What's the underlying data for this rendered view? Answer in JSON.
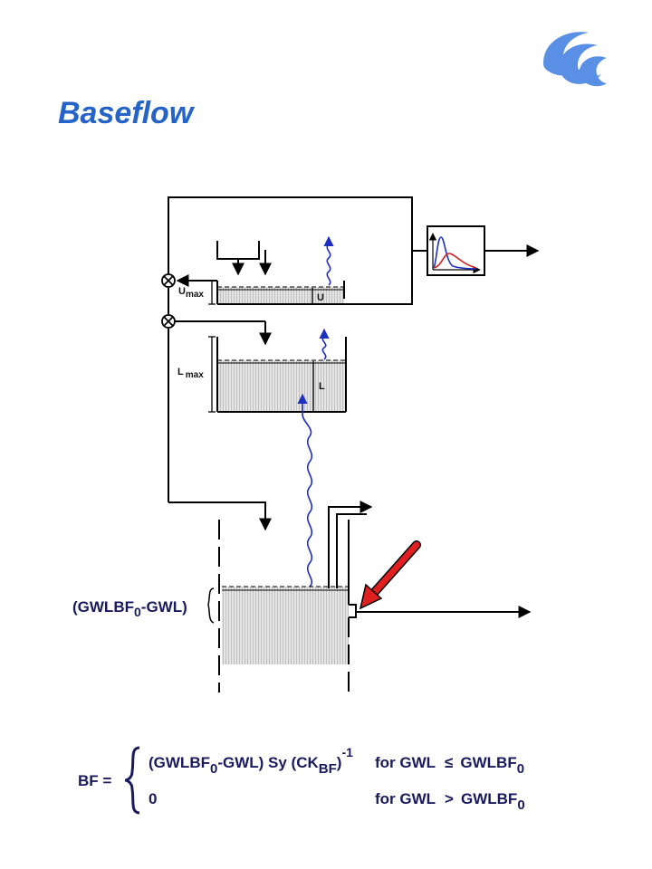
{
  "title": "Baseflow",
  "colors": {
    "title": "#2563c9",
    "equation_text": "#1a1a5e",
    "water_fill": "#d6d6d6",
    "evap_wave": "#1f2fbf",
    "pointer_arrow": "#e02020",
    "hydrograph_blue": "#1f2fbf",
    "hydrograph_red": "#d62020"
  },
  "icons": {
    "logo": "wave-logo-icon",
    "junction": "circle-x-junction-icon",
    "hydrograph": "unit-hydrograph-icon",
    "pointer": "red-arrow-icon"
  },
  "diagram": {
    "upper_zone_max_label": "U",
    "upper_zone_max_sub": "max",
    "upper_zone_level_label": "U",
    "lower_zone_max_label": "L",
    "lower_zone_max_sub": "max",
    "lower_zone_level_label": "L",
    "gw_label_open": "(GWLBF",
    "gw_label_sub": "0",
    "gw_label_close": "-GWL)"
  },
  "equation": {
    "lhs": "BF =",
    "case1_expr_a": "(GWLBF",
    "case1_expr_a_sub": "0",
    "case1_expr_b": "-GWL) Sy (CK",
    "case1_expr_b_sub": "BF",
    "case1_expr_c": ")",
    "case1_expr_c_sup": "-1",
    "case1_cond_a": "for GWL",
    "case1_cond_op": "≤",
    "case1_cond_b": "GWLBF",
    "case1_cond_b_sub": "0",
    "case2_expr": "0",
    "case2_cond_a": "for GWL",
    "case2_cond_op": ">",
    "case2_cond_b": "GWLBF",
    "case2_cond_b_sub": "0"
  }
}
